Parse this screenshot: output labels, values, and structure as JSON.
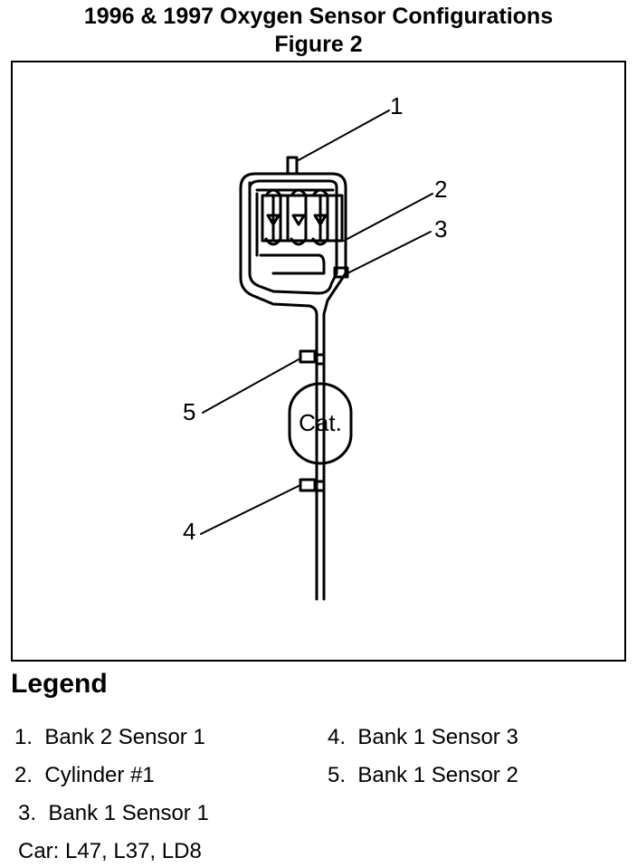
{
  "title": {
    "line1": "1996 & 1997 Oxygen Sensor Configurations",
    "line2": "Figure 2"
  },
  "diagram": {
    "callouts": [
      "1",
      "2",
      "3",
      "4",
      "5"
    ],
    "cat_label": "Cat."
  },
  "legend": {
    "heading": "Legend",
    "items": [
      {
        "num": "1.",
        "text": "Bank 2 Sensor 1"
      },
      {
        "num": "2.",
        "text": "Cylinder #1"
      },
      {
        "num": "3.",
        "text": "Bank 1 Sensor 1"
      },
      {
        "num": "4.",
        "text": "Bank 1 Sensor 3"
      },
      {
        "num": "5.",
        "text": "Bank 1 Sensor 2"
      }
    ]
  },
  "car": "Car: L47, L37, LD8"
}
